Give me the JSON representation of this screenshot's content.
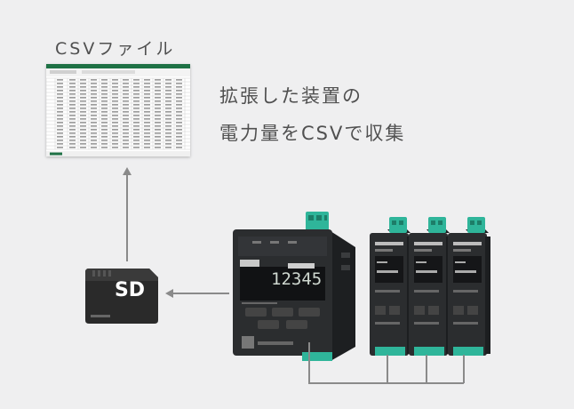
{
  "labels": {
    "csv_file": "CSVファイル",
    "description_line1": "拡張した装置の",
    "description_line2": "電力量をCSVで収集",
    "sd": "SD",
    "main_display_reading": "12345"
  },
  "colors": {
    "background": "#efeff0",
    "text": "#505050",
    "arrow": "#8a8a8a",
    "device_body": "#2b2d2f",
    "terminal_green": "#2fb59a",
    "spreadsheet_header": "#1e7145"
  },
  "icons": {
    "spreadsheet": "spreadsheet-thumbnail",
    "sd_card": "sd-card-icon",
    "main_unit": "power-monitor-main-unit",
    "expansion_modules": "expansion-module-icons"
  }
}
